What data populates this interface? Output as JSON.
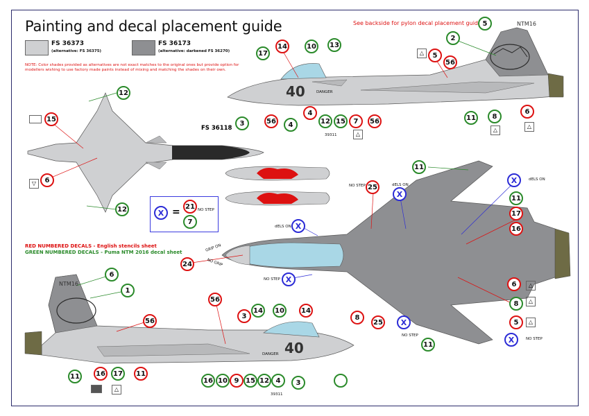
{
  "title": "Painting and decal placement guide",
  "backside_note": "See backside for pylon decal placement guide.",
  "colors": {
    "light_grey": "#cfd0d2",
    "dark_grey": "#8e8f92",
    "red": "#dd1111",
    "green": "#2a8a2a",
    "blue": "#2b2bd6",
    "canopy": "#a9d7e6",
    "tail_tip": "#6e6b45"
  },
  "swatches": [
    {
      "name": "FS 36373",
      "alt": "(alternative: FS 36375)"
    },
    {
      "name": "FS 36173",
      "alt": "(alternative: darkened FS 36270)"
    }
  ],
  "note": "NOTE: Color shades provided as alternatives are not exact matches to the original ones but provide option for modellers wishing to use factory made paints instead of mixing and matching the shades on their own.",
  "fs36118": "FS 36118",
  "legend": {
    "red": "RED NUMBERED DECALS - English stencils sheet",
    "green": "GREEN NUMBERED DECALS - Puma NTM 2016 decal sheet"
  },
  "x_box": {
    "x": "X",
    "eq": "=",
    "a": "21",
    "b": "7",
    "no_step": "NO STEP"
  },
  "nose_number": "40",
  "tail_code": "NTM16",
  "danger": "DANGER",
  "serial": "39311",
  "stencils": {
    "no_step": "NO STEP",
    "no_grip": "NO GRIP",
    "grip_on": "GRIP ON",
    "dels_on": "dELS ON"
  },
  "callouts": {
    "top_side": [
      "5",
      "2",
      "5",
      "56",
      "14",
      "10",
      "13",
      "17",
      "3",
      "56",
      "4",
      "4",
      "12",
      "15",
      "7",
      "56",
      "11",
      "8",
      "6"
    ],
    "top_view": [
      "12",
      "15",
      "6",
      "12"
    ],
    "bottom_view": [
      "11",
      "X",
      "11",
      "25",
      "X",
      "17",
      "16",
      "X",
      "24",
      "X",
      "6",
      "8",
      "8",
      "25",
      "X",
      "5",
      "11",
      "X"
    ],
    "bottom_side": [
      "6",
      "1",
      "56",
      "56",
      "3",
      "14",
      "10",
      "14",
      "16",
      "17",
      "11",
      "11",
      "16",
      "10",
      "9",
      "15",
      "12",
      "4",
      "3"
    ]
  }
}
